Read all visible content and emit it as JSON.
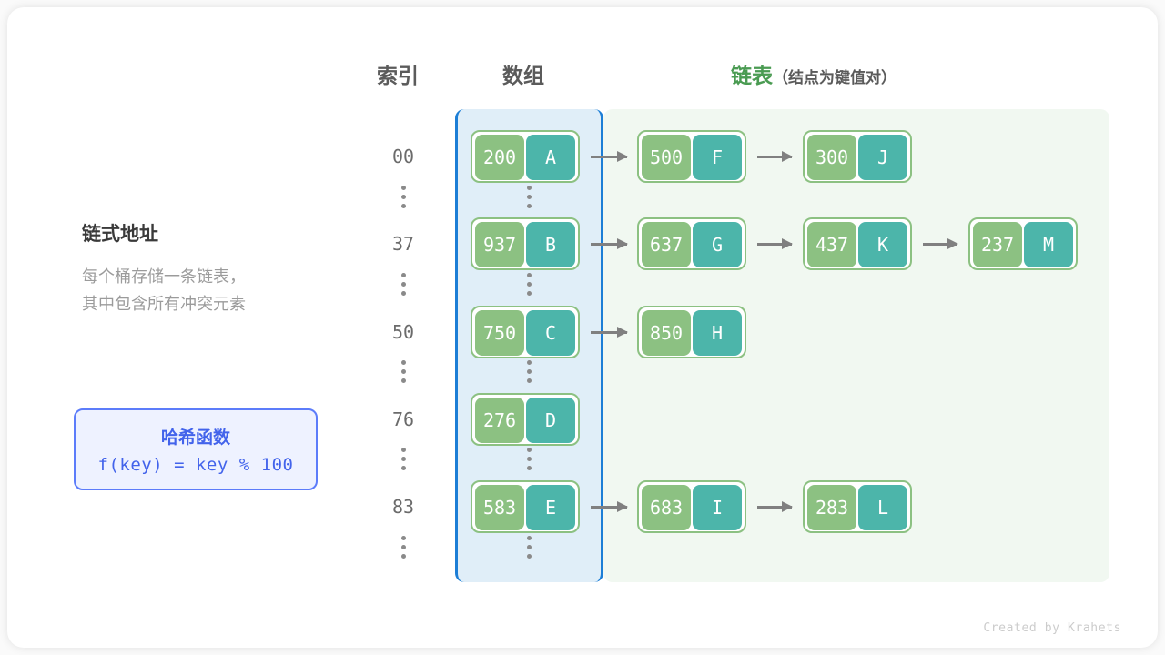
{
  "headers": {
    "index": "索引",
    "array": "数组",
    "list_main": "链表",
    "list_note": "（结点为键值对）"
  },
  "description": {
    "title": "链式地址",
    "line1": "每个桶存储一条链表，",
    "line2": "其中包含所有冲突元素"
  },
  "hash_function": {
    "title": "哈希函数",
    "formula": "f(key) = key % 100"
  },
  "colors": {
    "key_cell": "#8cc182",
    "value_cell": "#4cb5aa",
    "array_region_bg": "#e0eef8",
    "array_region_border": "#1c7ed6",
    "list_region_bg": "#f1f8f1",
    "list_header": "#4a9b52",
    "hash_box_border": "#5c7cfa",
    "hash_box_text": "#4263eb",
    "arrow": "#808080"
  },
  "buckets": [
    {
      "index": "00",
      "nodes": [
        {
          "key": "200",
          "value": "A"
        },
        {
          "key": "500",
          "value": "F"
        },
        {
          "key": "300",
          "value": "J"
        }
      ]
    },
    {
      "index": "37",
      "nodes": [
        {
          "key": "937",
          "value": "B"
        },
        {
          "key": "637",
          "value": "G"
        },
        {
          "key": "437",
          "value": "K"
        },
        {
          "key": "237",
          "value": "M"
        }
      ]
    },
    {
      "index": "50",
      "nodes": [
        {
          "key": "750",
          "value": "C"
        },
        {
          "key": "850",
          "value": "H"
        }
      ]
    },
    {
      "index": "76",
      "nodes": [
        {
          "key": "276",
          "value": "D"
        }
      ]
    },
    {
      "index": "83",
      "nodes": [
        {
          "key": "583",
          "value": "E"
        },
        {
          "key": "683",
          "value": "I"
        },
        {
          "key": "283",
          "value": "L"
        }
      ]
    }
  ],
  "footer": {
    "credit": "Created by Krahets"
  }
}
